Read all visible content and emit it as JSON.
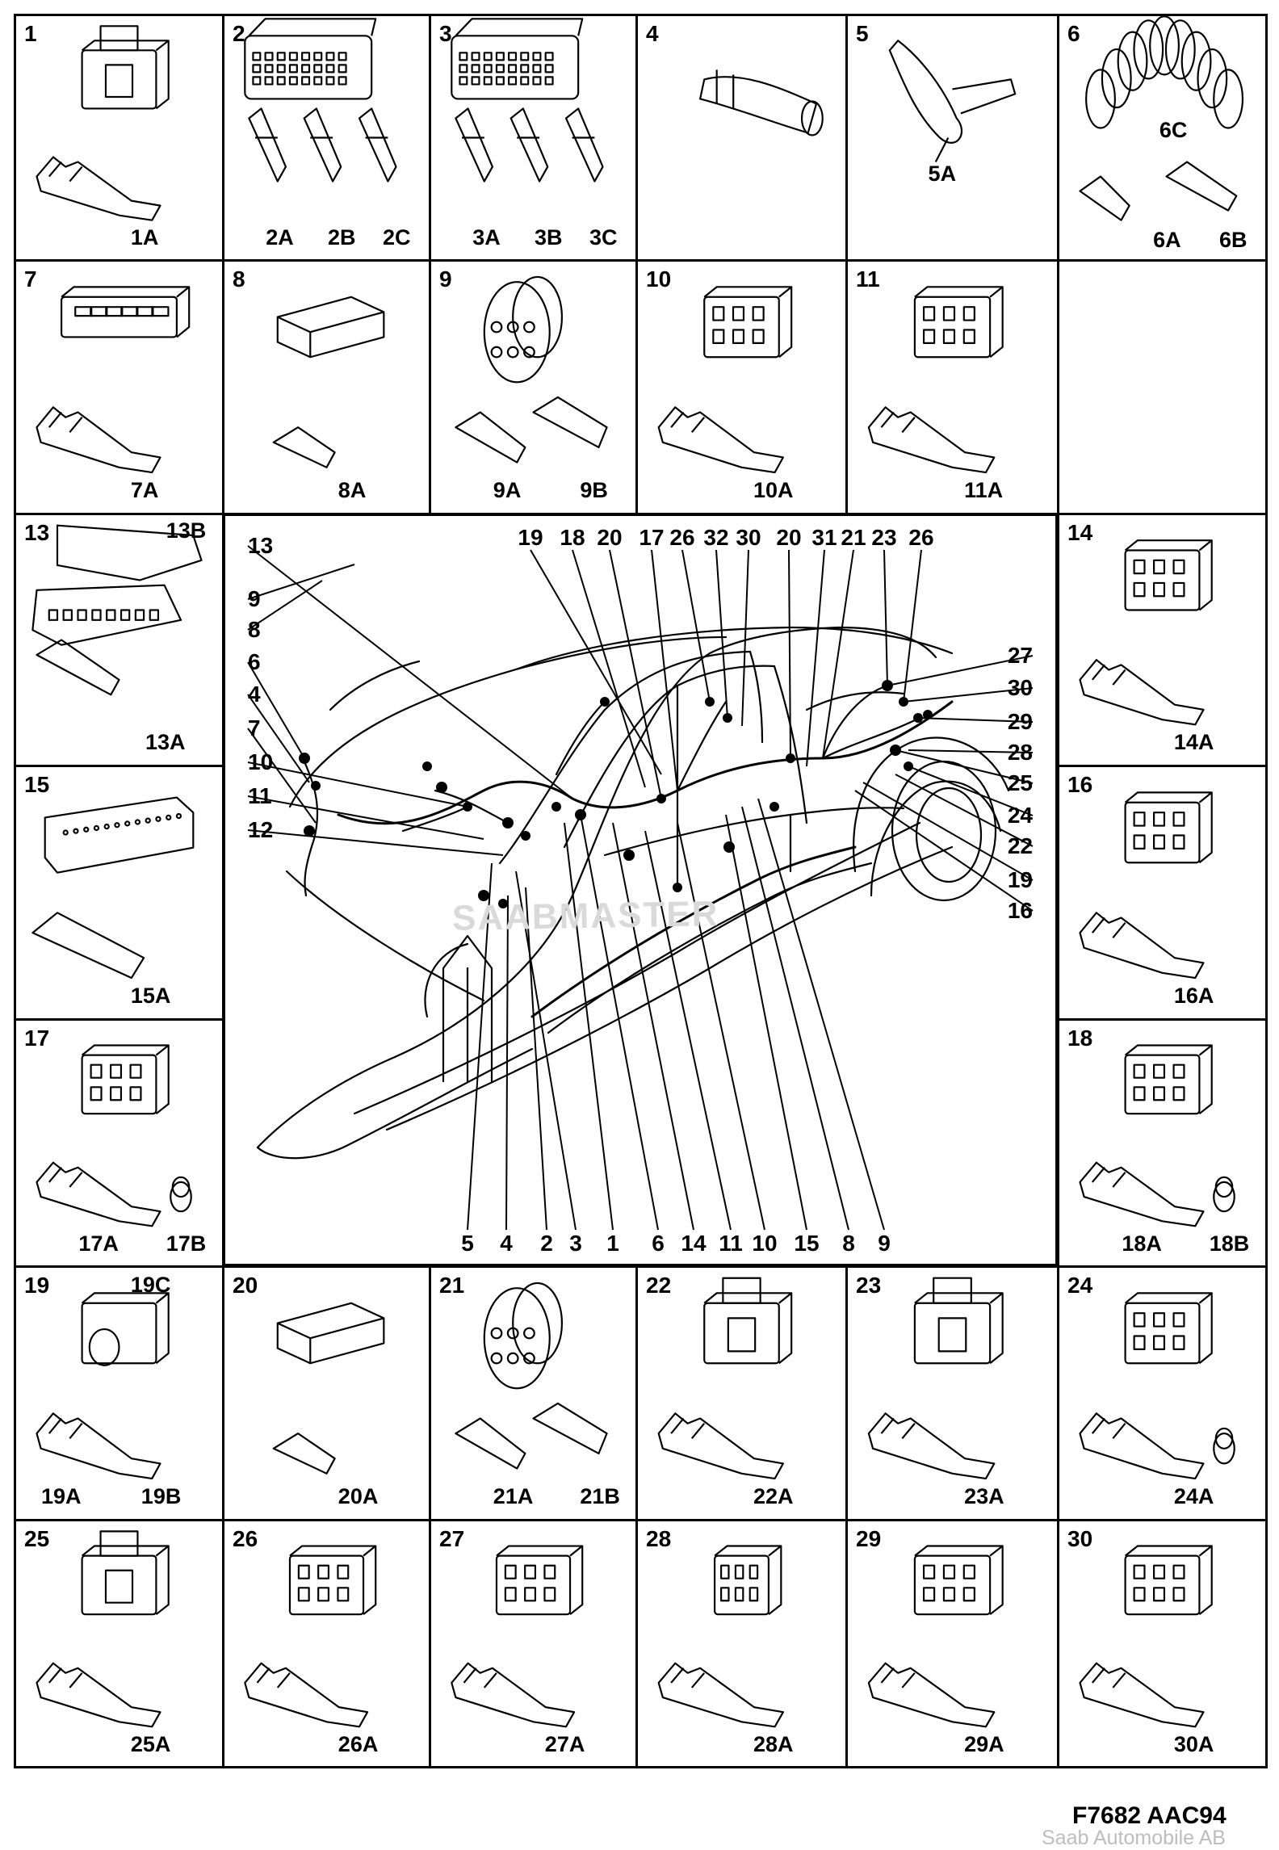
{
  "figure": {
    "code": "F7682 AAC94",
    "copyright": "Saab Automobile AB",
    "watermark": "SAABMASTER"
  },
  "cells": [
    {
      "n": "1",
      "subs": [
        "1A"
      ],
      "kind": "conn_relay"
    },
    {
      "n": "2",
      "subs": [
        "2A",
        "2B",
        "2C"
      ],
      "kind": "conn_big"
    },
    {
      "n": "3",
      "subs": [
        "3A",
        "3B",
        "3C"
      ],
      "kind": "conn_big"
    },
    {
      "n": "4",
      "subs": [],
      "kind": "boot"
    },
    {
      "n": "5",
      "subs": [
        "5A"
      ],
      "kind": "boot2"
    },
    {
      "n": "6",
      "subs": [
        "6C",
        "6A",
        "6B"
      ],
      "kind": "corrugated"
    },
    {
      "n": "7",
      "subs": [
        "7A"
      ],
      "kind": "conn_strip"
    },
    {
      "n": "8",
      "subs": [
        "8A"
      ],
      "kind": "flat"
    },
    {
      "n": "9",
      "subs": [
        "9A",
        "9B"
      ],
      "kind": "round"
    },
    {
      "n": "10",
      "subs": [
        "10A"
      ],
      "kind": "conn_box"
    },
    {
      "n": "11",
      "subs": [
        "11A"
      ],
      "kind": "conn_small"
    },
    {
      "n": "",
      "subs": [],
      "kind": "empty"
    },
    {
      "n": "13",
      "subs": [
        "13B",
        "13A"
      ],
      "kind": "conn_cover"
    },
    {
      "n": "14",
      "subs": [
        "14A"
      ],
      "kind": "conn_box"
    },
    {
      "n": "15",
      "subs": [
        "15A"
      ],
      "kind": "conn_long"
    },
    {
      "n": "16",
      "subs": [
        "16A"
      ],
      "kind": "conn_small"
    },
    {
      "n": "17",
      "subs": [
        "17A",
        "17B"
      ],
      "kind": "conn_latch"
    },
    {
      "n": "18",
      "subs": [
        "18A",
        "18B"
      ],
      "kind": "conn_latch"
    },
    {
      "n": "19",
      "subs": [
        "19C",
        "19A",
        "19B"
      ],
      "kind": "conn_round"
    },
    {
      "n": "20",
      "subs": [
        "20A"
      ],
      "kind": "flat"
    },
    {
      "n": "21",
      "subs": [
        "21A",
        "21B"
      ],
      "kind": "round"
    },
    {
      "n": "22",
      "subs": [
        "22A"
      ],
      "kind": "conn_relay"
    },
    {
      "n": "23",
      "subs": [
        "23A"
      ],
      "kind": "conn_relay"
    },
    {
      "n": "24",
      "subs": [
        "24A"
      ],
      "kind": "conn_latch"
    },
    {
      "n": "25",
      "subs": [
        "25A"
      ],
      "kind": "conn_relay"
    },
    {
      "n": "26",
      "subs": [
        "26A"
      ],
      "kind": "conn_small"
    },
    {
      "n": "27",
      "subs": [
        "27A"
      ],
      "kind": "conn_angle"
    },
    {
      "n": "28",
      "subs": [
        "28A"
      ],
      "kind": "conn_tiny"
    },
    {
      "n": "29",
      "subs": [
        "29A"
      ],
      "kind": "conn_box"
    },
    {
      "n": "30",
      "subs": [
        "30A"
      ],
      "kind": "conn_small"
    }
  ],
  "callouts": {
    "top": [
      "19",
      "18",
      "20",
      "17",
      "26",
      "32",
      "30",
      "20",
      "31",
      "21",
      "23",
      "26"
    ],
    "right": [
      "27",
      "30",
      "29",
      "28",
      "25",
      "24",
      "22",
      "19",
      "16"
    ],
    "left": [
      "13",
      "9",
      "8",
      "6",
      "4",
      "7",
      "10",
      "11",
      "12"
    ],
    "bottom": [
      "5",
      "4",
      "2",
      "3",
      "1",
      "6",
      "14",
      "11",
      "10",
      "15",
      "8",
      "9"
    ]
  }
}
